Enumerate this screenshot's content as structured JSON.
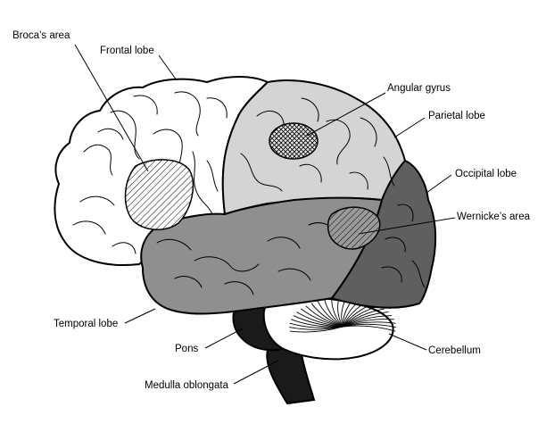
{
  "labels": {
    "brocas_area": "Broca’s area",
    "frontal_lobe": "Frontal lobe",
    "angular_gyrus": "Angular gyrus",
    "parietal_lobe": "Parietal lobe",
    "occipital_lobe": "Occipital lobe",
    "wernickes_area": "Wernicke’s area",
    "temporal_lobe": "Temporal lobe",
    "pons": "Pons",
    "cerebellum": "Cerebellum",
    "medulla_oblongata": "Medulla oblongata"
  },
  "colors": {
    "frontal": "#ffffff",
    "parietal": "#d4d4d4",
    "temporal": "#8f8f8f",
    "occipital": "#5f5f5f",
    "cerebellum": "#ffffff",
    "brainstem": "#1a1a1a",
    "outline": "#000000"
  }
}
